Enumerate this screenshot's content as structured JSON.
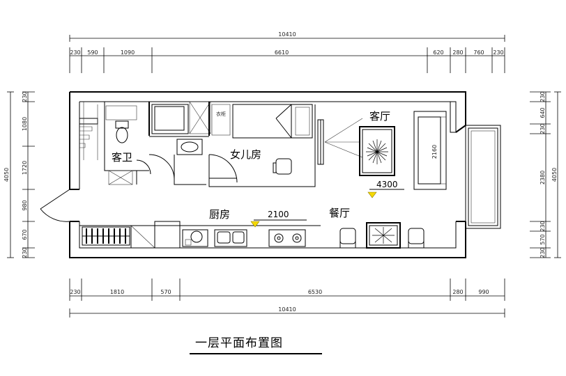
{
  "title": "一层平面布置图",
  "top_dims": {
    "total": "10410",
    "segments": [
      "230",
      "590",
      "1090",
      "6610",
      "620",
      "280",
      "760",
      "230"
    ]
  },
  "bottom_dims": {
    "total": "10410",
    "segments": [
      "230",
      "1810",
      "570",
      "6530",
      "280",
      "990"
    ]
  },
  "left_dims": {
    "total": "4050",
    "segments": [
      "230",
      "1080",
      "1720",
      "980",
      "670",
      "230"
    ]
  },
  "right_dims": {
    "total": "4050",
    "segments": [
      "230",
      "640",
      "230",
      "2380",
      "230",
      "570",
      "230"
    ]
  },
  "rooms": {
    "guest_bath": "客卫",
    "daughter_room": "女儿房",
    "living_room": "客厅",
    "kitchen": "厨房",
    "dining_room": "餐厅"
  },
  "elevations": {
    "living": "4300",
    "kitchen": "2100"
  },
  "misc": {
    "sofa_dim": "2160",
    "wardrobe_label": "衣柜"
  }
}
